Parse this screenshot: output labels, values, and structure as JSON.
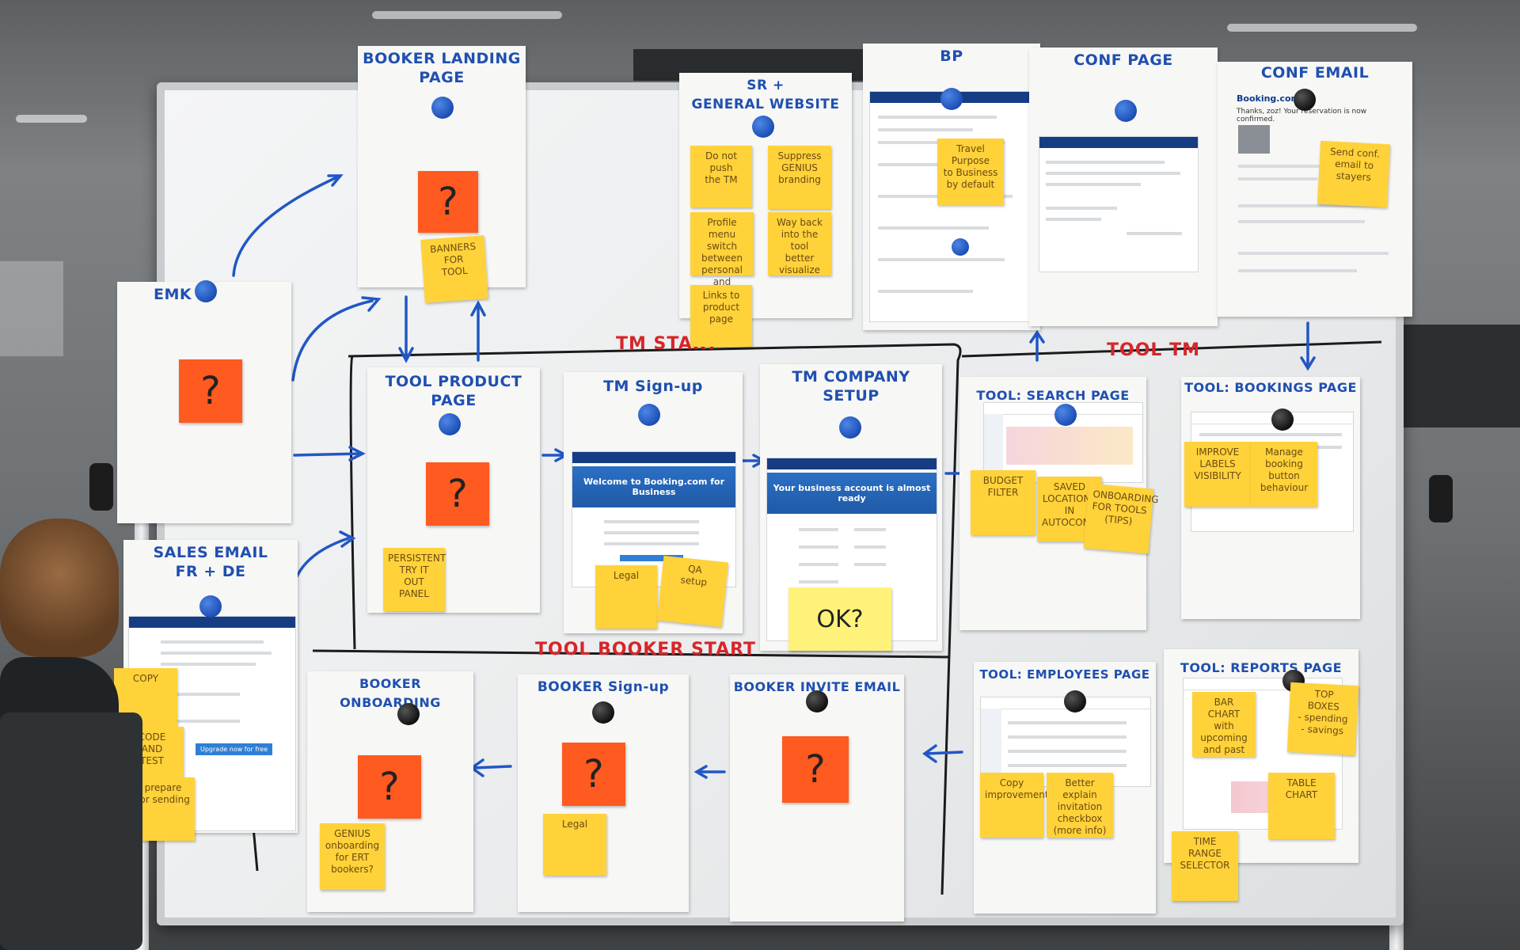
{
  "flow_labels": {
    "tm_start": "TM START",
    "tool_tm": "TOOL TM",
    "tool_booker_start": "TOOL BOOKER START"
  },
  "sheets": {
    "booker_landing": "BOOKER LANDING\nPAGE",
    "sr_general": "SR +\nGENERAL WEBSITE",
    "bp": "BP",
    "conf_page": "CONF PAGE",
    "conf_email": "CONF EMAIL",
    "emk": "EMK",
    "tool_product": "TOOL PRODUCT\nPAGE",
    "tm_signup": "TM Sign-up",
    "tm_company": "TM COMPANY\nSETUP",
    "tool_search": "TOOL: SEARCH PAGE",
    "tool_bookings": "TOOL: BOOKINGS PAGE",
    "sales_email": "SALES EMAIL\nFR + DE",
    "booker_onboarding": "BOOKER ONBOARDING",
    "booker_signup": "BOOKER Sign-up",
    "booker_invite": "BOOKER INVITE EMAIL",
    "tool_employees": "TOOL: EMPLOYEES PAGE",
    "tool_reports": "TOOL: REPORTS PAGE"
  },
  "stickies": {
    "q": "?",
    "ok": "OK?",
    "banners": "BANNERS\nFOR\nTOOL",
    "do_not_push": "Do not push\nthe TM",
    "suppress_genius": "Suppress\nGENIUS\nbranding",
    "profile_menu": "Profile menu\nswitch between\npersonal and\nbusiness mode",
    "way_back": "Way back\ninto the\ntool\nbetter\nvisualize",
    "links_product": "Links to\nproduct\npage",
    "travel_purpose": "Travel\nPurpose\nto Business\nby default",
    "send_conf": "Send conf.\nemail to\nstayers",
    "persistent": "PERSISTENT\nTRY IT\nOUT\nPANEL",
    "legal": "Legal",
    "qa_setup": "QA\nsetup",
    "budget_filter": "BUDGET\nFILTER",
    "saved_locations": "SAVED\nLOCATIONS\nIN AUTOCOMPLETE",
    "onboarding_tooltips": "ONBOARDING\nFOR TOOLS\n(TIPS)",
    "improve_labels": "IMPROVE\nLABELS\nVISIBILITY",
    "manage_booking": "Manage booking\nbutton behaviour",
    "copy": "COPY",
    "code_test": "CODE\nAND\nTEST",
    "prepare_sending": "prepare\nfor sending",
    "genius_onboarding": "GENIUS\nonboarding\nfor ERT\nbookers?",
    "copy_improvements": "Copy\nimprovements",
    "better_explain": "Better explain\ninvitation\ncheckbox\n(more info)",
    "bar_chart": "BAR CHART\nwith upcoming\nand past",
    "top_boxes": "TOP\nBOXES\n- spending\n- savings",
    "table_chart": "TABLE\nCHART",
    "time_range": "TIME\nRANGE\nSELECTOR"
  },
  "screens": {
    "brand": "Booking.com",
    "welcome_business": "Welcome to Booking.com for Business",
    "account_ready": "Your business account is almost ready",
    "upgrade_btn": "Upgrade now for free",
    "conf_thanks": "Thanks, zoz! Your reservation is now confirmed."
  },
  "colors": {
    "marker_blue": "#1f4fb0",
    "marker_red": "#d6262a",
    "sticky_yellow": "#ffd23a",
    "sticky_orange": "#ff5a1f"
  }
}
